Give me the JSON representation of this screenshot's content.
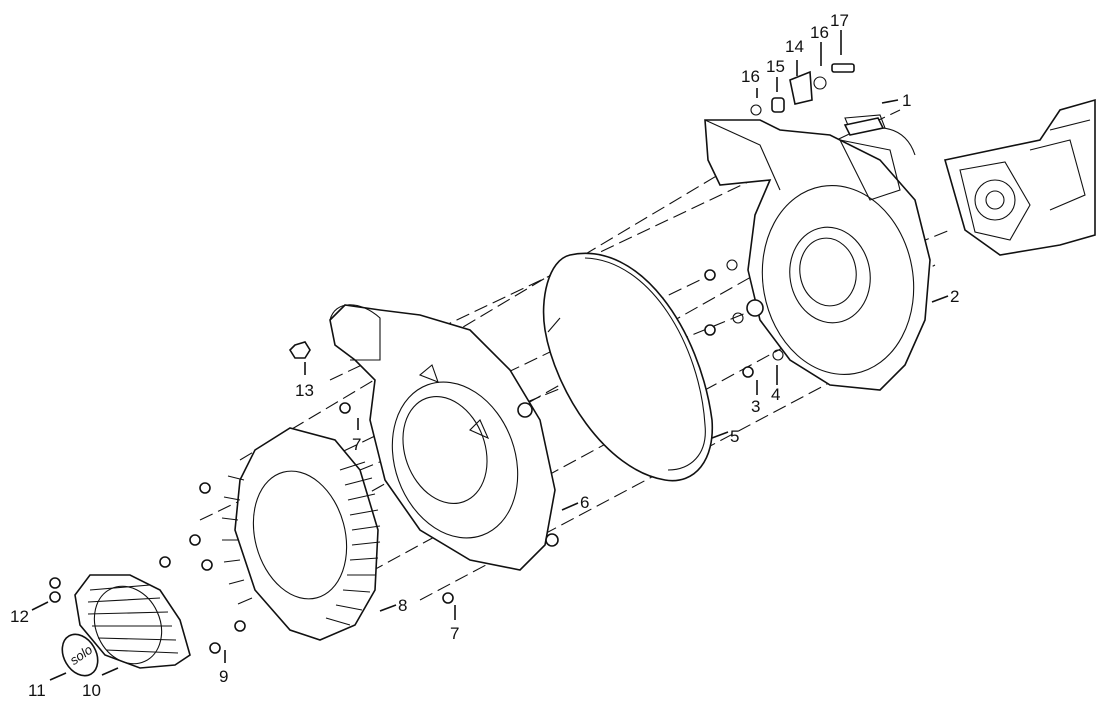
{
  "callouts": {
    "c1": "1",
    "c2": "2",
    "c3": "3",
    "c4": "4",
    "c5": "5",
    "c6": "6",
    "c7a": "7",
    "c7b": "7",
    "c8": "8",
    "c9": "9",
    "c10": "10",
    "c11": "11",
    "c12": "12",
    "c13": "13",
    "c14": "14",
    "c15": "15",
    "c16a": "16",
    "c16b": "16",
    "c17": "17"
  },
  "logo_text": "solo",
  "colors": {
    "line": "#111111",
    "background": "#ffffff"
  }
}
